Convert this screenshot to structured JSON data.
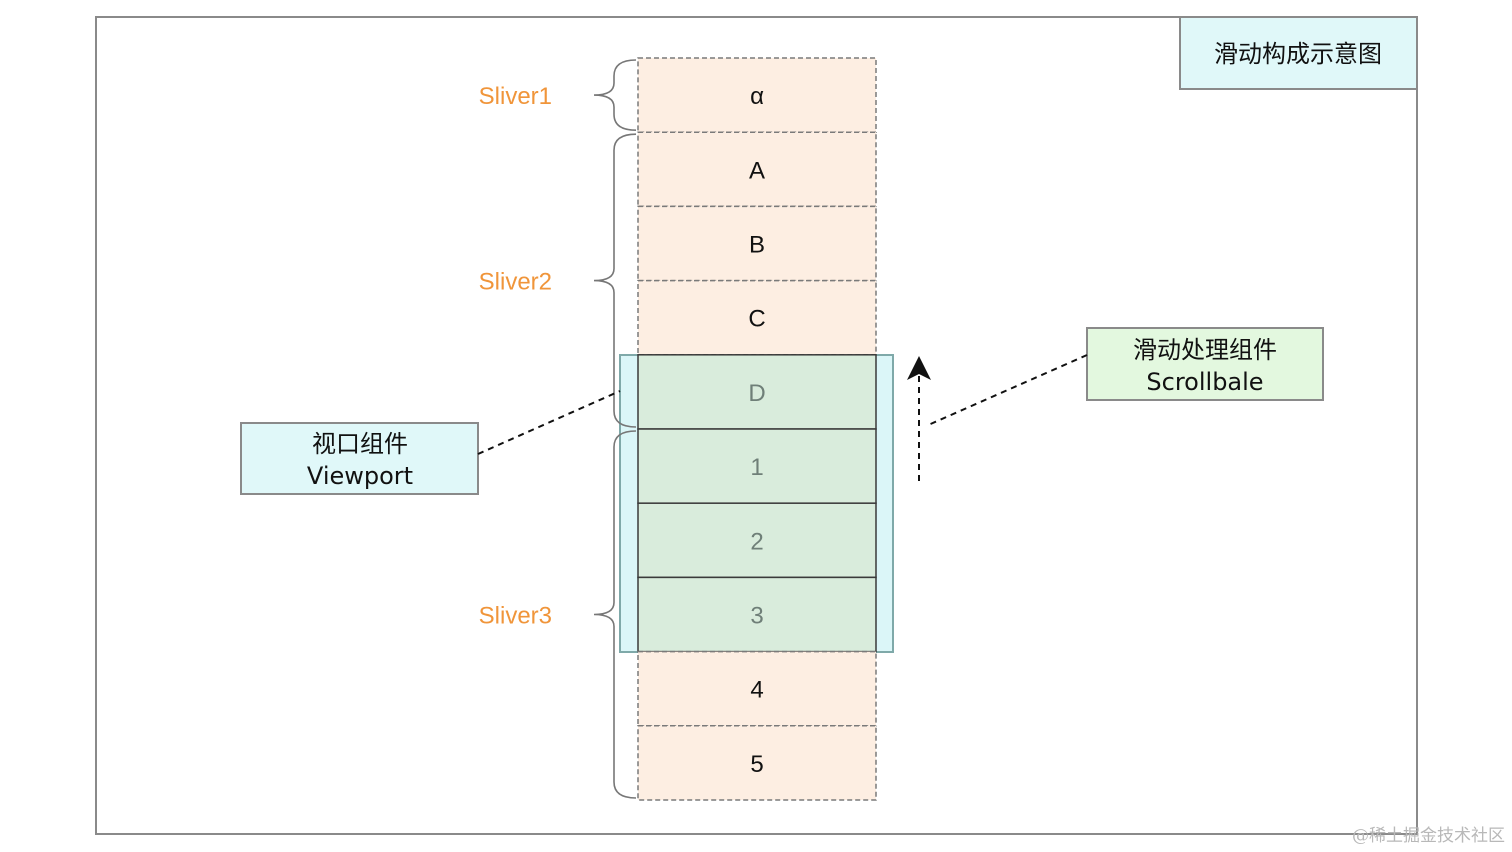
{
  "title": "滑动构成示意图",
  "cells": [
    {
      "label": "α",
      "in_viewport": false
    },
    {
      "label": "A",
      "in_viewport": false
    },
    {
      "label": "B",
      "in_viewport": false
    },
    {
      "label": "C",
      "in_viewport": false
    },
    {
      "label": "D",
      "in_viewport": true
    },
    {
      "label": "1",
      "in_viewport": true
    },
    {
      "label": "2",
      "in_viewport": true
    },
    {
      "label": "3",
      "in_viewport": true
    },
    {
      "label": "4",
      "in_viewport": false
    },
    {
      "label": "5",
      "in_viewport": false
    }
  ],
  "slivers": [
    {
      "label": "Sliver1",
      "from": 0,
      "to": 0
    },
    {
      "label": "Sliver2",
      "from": 1,
      "to": 4
    },
    {
      "label": "Sliver3",
      "from": 5,
      "to": 9
    }
  ],
  "viewport": {
    "line1": "视口组件",
    "line2": "Viewport"
  },
  "scrollable": {
    "line1": "滑动处理组件",
    "line2": "Scrollbale"
  },
  "watermark": "@稀土掘金技术社区",
  "colors": {
    "cell_fill": "#fdeee2",
    "viewport_cell_fill": "#d9ecdc",
    "viewport_fill": "#dbf6f8",
    "scrollable_fill": "#e3f8df",
    "sliver_label": "#f0953a",
    "frame": "#8a8a8a"
  }
}
